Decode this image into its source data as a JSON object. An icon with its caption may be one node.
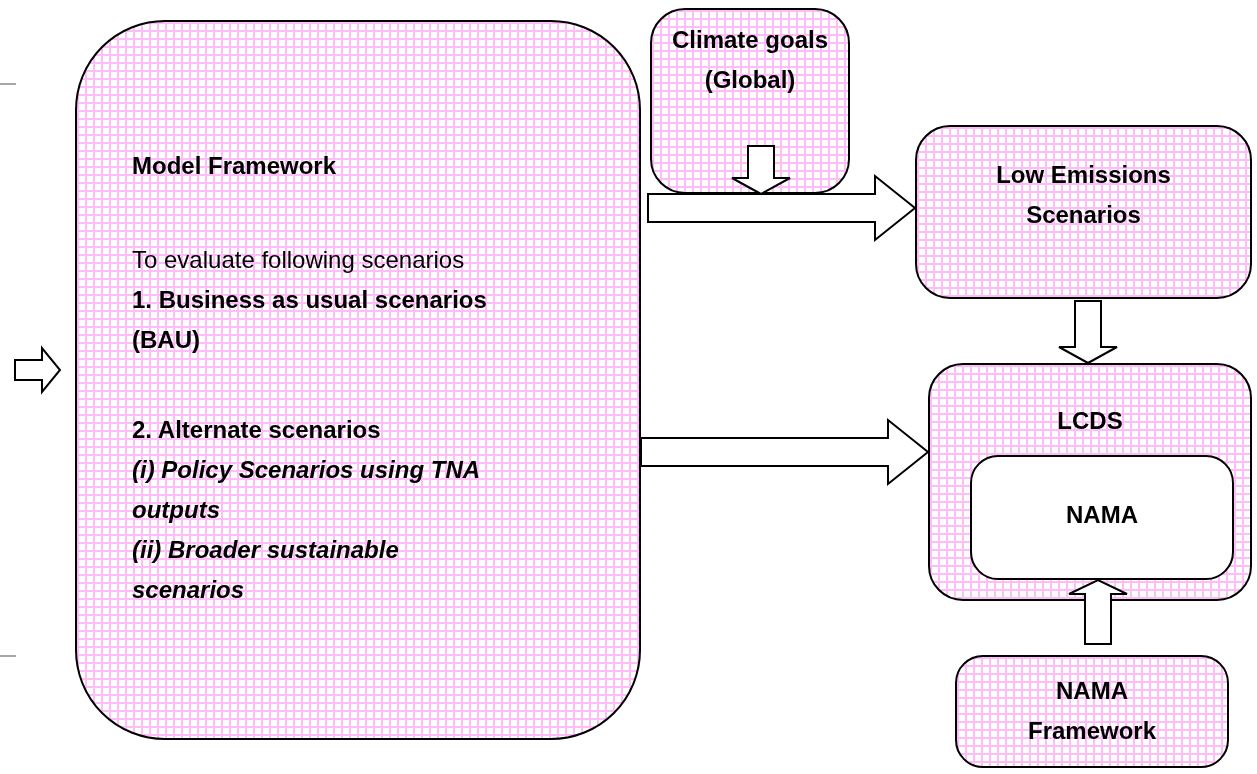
{
  "diagram": {
    "nodes": [
      {
        "text": [
          "Model Framework",
          "To evaluate following scenarios",
          "1. Business as usual scenarios (BAU)",
          "2. Alternate scenarios",
          "(i) Policy Scenarios using TNA outputs",
          "(ii) Broader sustainable scenarios"
        ]
      },
      {
        "text": [
          "Climate goals (Global)"
        ]
      },
      {
        "text": [
          "Low Emissions Scenarios"
        ]
      },
      {
        "text": [
          "LCDS"
        ]
      },
      {
        "text": [
          "NAMA"
        ],
        "in": 3
      },
      {
        "text": [
          "NAMA Framework"
        ]
      }
    ],
    "edges": [
      {
        "from": null,
        "to": 0,
        "arrow": "to"
      },
      {
        "from": 0,
        "to": 2,
        "arrow": "to"
      },
      {
        "from": 1,
        "to": 2,
        "arrow": "to"
      },
      {
        "from": 2,
        "to": 3,
        "arrow": "to"
      },
      {
        "from": 0,
        "to": 3,
        "arrow": "to"
      },
      {
        "from": 5,
        "to": 4,
        "arrow": "to"
      }
    ]
  }
}
